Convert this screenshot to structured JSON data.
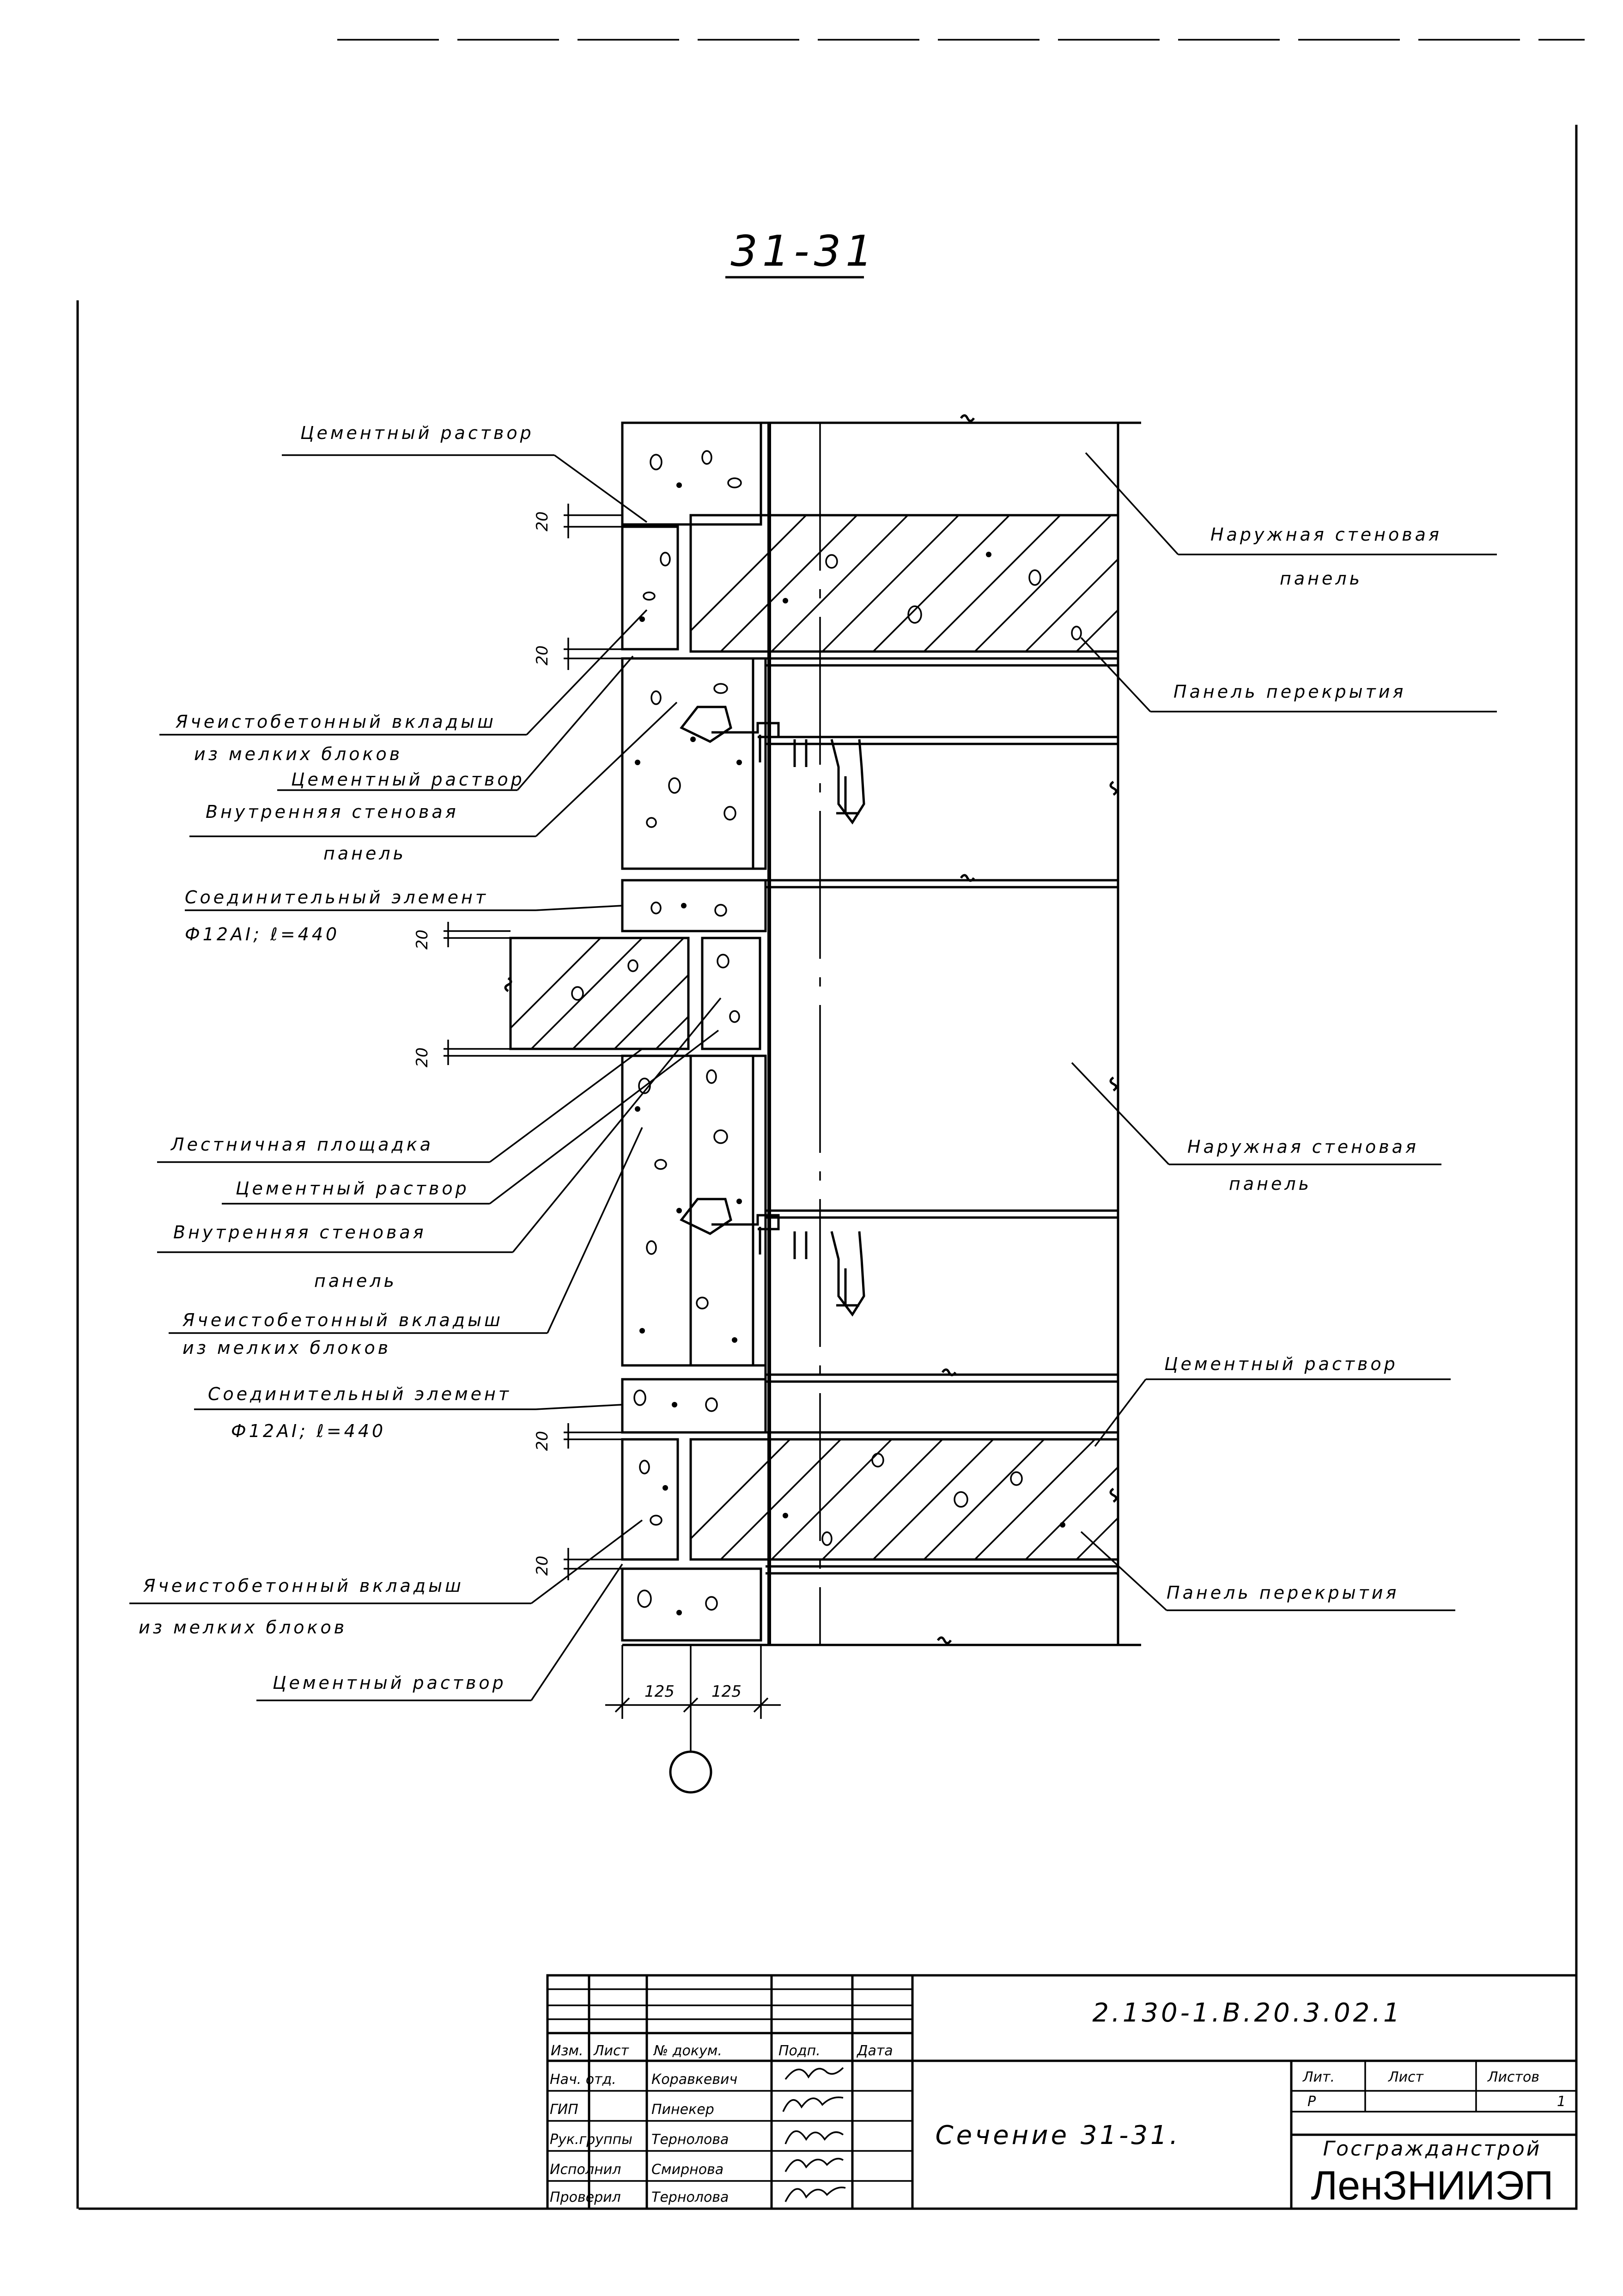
{
  "section_title": "31-31",
  "axis_marker": "",
  "callouts": {
    "mortar_top": "Цементный раствор",
    "outer_panel_top_l1": "Наружная стеновая",
    "outer_panel_top_l2": "панель",
    "floor_panel_top": "Панель перекрытия",
    "cell_insert_1_l1": "Ячеистобетонный вкладыш",
    "cell_insert_1_l2": "из мелких блоков",
    "mortar_2": "Цементный раствор",
    "inner_panel_1_l1": "Внутренняя стеновая",
    "inner_panel_1_l2": "панель",
    "connector_1_l1": "Соединительный элемент",
    "connector_1_l2": "Ф12АI; ℓ=440",
    "stair_landing": "Лестничная площадка",
    "mortar_3": "Цементный раствор",
    "inner_panel_2_l1": "Внутренняя стеновая",
    "inner_panel_2_l2": "панель",
    "cell_insert_2_l1": "Ячеистобетонный вкладыш",
    "cell_insert_2_l2": "из мелких блоков",
    "connector_2_l1": "Соединительный элемент",
    "connector_2_l2": "Ф12АI; ℓ=440",
    "outer_panel_mid_l1": "Наружная стеновая",
    "outer_panel_mid_l2": "панель",
    "mortar_right": "Цементный раствор",
    "floor_panel_bottom": "Панель перекрытия",
    "cell_insert_3_l1": "Ячеистобетонный вкладыш",
    "cell_insert_3_l2": "из мелких блоков",
    "mortar_bottom": "Цементный раствор"
  },
  "dimensions": {
    "joint": "20",
    "width_left": "125",
    "width_right": "125"
  },
  "title_block": {
    "doc_code": "2.130-1.В.20.3.02.1",
    "sheet_name": "Сечение 31-31.",
    "head": {
      "izm": "Изм.",
      "list": "Лист",
      "doc": "№ докум.",
      "sign": "Подп.",
      "date": "Дата"
    },
    "roles": [
      {
        "role": "Нач. отд.",
        "name": "Коравкевич"
      },
      {
        "role": "ГИП",
        "name": "Пинекер"
      },
      {
        "role": "Рук.группы",
        "name": "Тернолова"
      },
      {
        "role": "Исполнил",
        "name": "Смирнова"
      },
      {
        "role": "Проверил",
        "name": "Тернолова"
      }
    ],
    "stage_label": "Лит.",
    "sheet_label": "Лист",
    "sheets_label": "Листов",
    "stage": "Р",
    "sheet": "",
    "sheets": "1",
    "org_small": "Госгражданстрой",
    "org_big": "ЛенЗНИИЭП"
  }
}
